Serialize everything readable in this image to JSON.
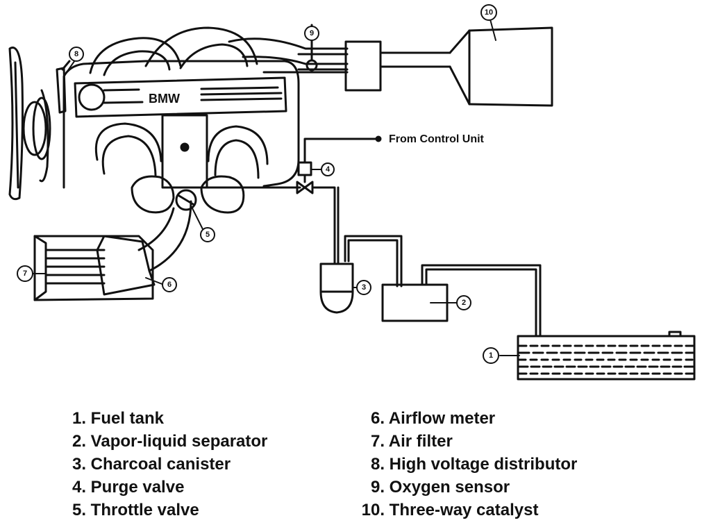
{
  "diagram": {
    "engine_badge": "BMW",
    "from_control_unit": "From Control Unit",
    "callouts": [
      "1",
      "2",
      "3",
      "4",
      "5",
      "6",
      "7",
      "8",
      "9",
      "10"
    ]
  },
  "legend": {
    "left": [
      {
        "num": "1.",
        "text": "Fuel tank"
      },
      {
        "num": "2.",
        "text": "Vapor-liquid separator"
      },
      {
        "num": "3.",
        "text": "Charcoal canister"
      },
      {
        "num": "4.",
        "text": "Purge valve"
      },
      {
        "num": "5.",
        "text": "Throttle valve"
      }
    ],
    "right": [
      {
        "num": "6.",
        "text": "Airflow meter"
      },
      {
        "num": "7.",
        "text": "Air filter"
      },
      {
        "num": "8.",
        "text": "High voltage distributor"
      },
      {
        "num": "9.",
        "text": "Oxygen sensor"
      },
      {
        "num": "10.",
        "text": "Three-way catalyst"
      }
    ]
  }
}
